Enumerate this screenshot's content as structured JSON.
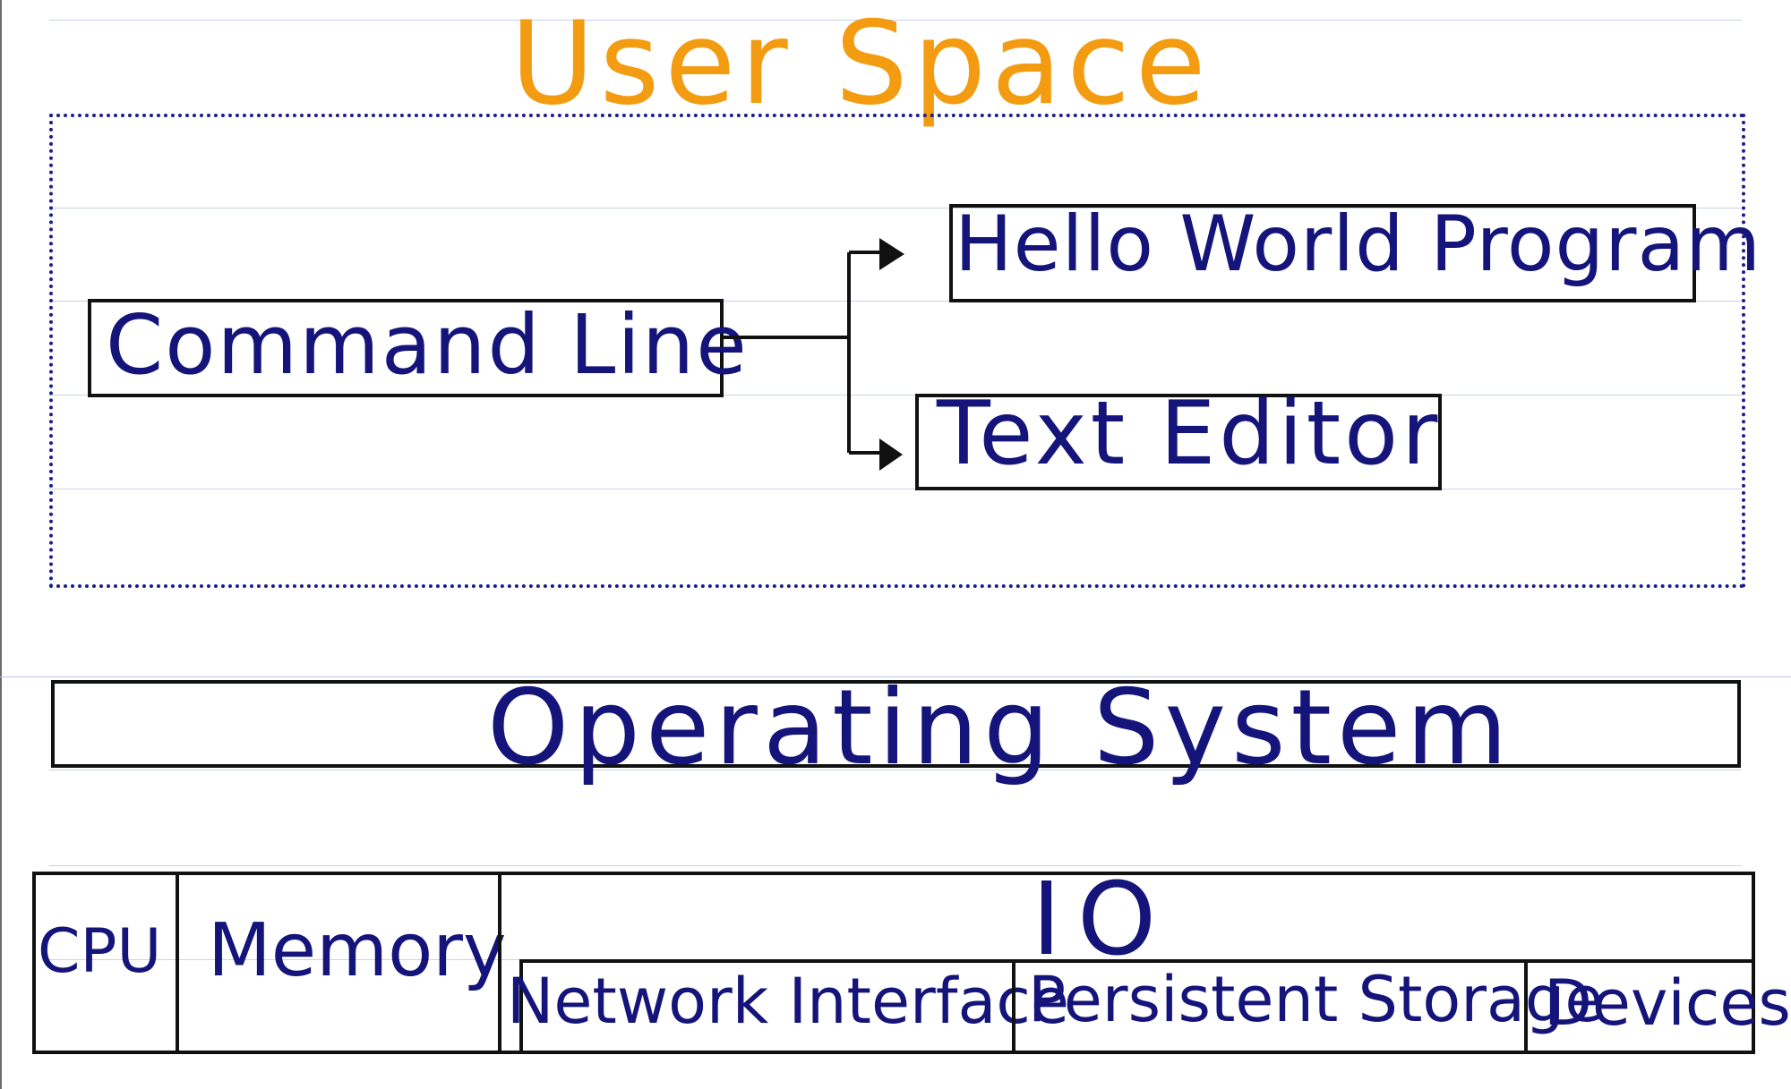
{
  "user_space": {
    "title": "User Space",
    "title_color": "#f39c12",
    "command_line": "Command Line",
    "hello_world": "Hello World Program",
    "text_editor": "Text Editor"
  },
  "operating_system": {
    "label": "Operating System"
  },
  "hardware": {
    "cpu": "CPU",
    "memory": "Memory",
    "io": "IO",
    "network_interface": "Network Interface",
    "persistent_storage": "Persistent Storage",
    "devices": "Devices"
  },
  "colors": {
    "ink": "#14147a",
    "outline": "#111111",
    "dotted_border": "#1c1c8a",
    "ruled_line": "#c8d3e6"
  }
}
